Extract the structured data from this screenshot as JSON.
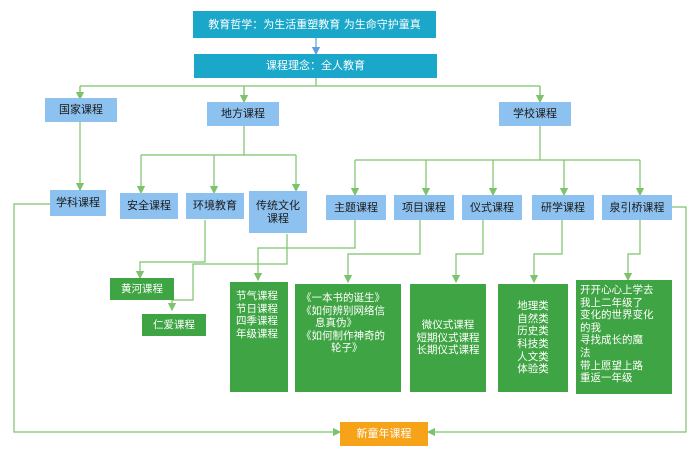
{
  "diagram": {
    "philosophy": "教育哲学：为生活重塑教育 为生命守护童真",
    "concept": "课程理念：全人教育",
    "national": "国家课程",
    "local": "地方课程",
    "school": "学校课程",
    "subject": "学科课程",
    "safety": "安全课程",
    "environment": "环境教育",
    "traditional": "传统文化\n课程",
    "theme": "主题课程",
    "project": "项目课程",
    "ritual": "仪式课程",
    "study": "研学课程",
    "quanyinqiao": "泉引桥课程",
    "huanghe": "黄河课程",
    "renai": "仁爱课程",
    "traditional_items": [
      "节气课程",
      "节日课程",
      "四季课程",
      "年级课程"
    ],
    "theme_items": [
      "《一本书的诞生》",
      "《如何辨别网络信",
      "息真伪》",
      "《如何制作神奇的",
      "轮子》"
    ],
    "project_items": [
      "微仪式课程",
      "短期仪式课程",
      "长期仪式课程"
    ],
    "study_items": [
      "地理类",
      "自然类",
      "历史类",
      "科技类",
      "人文类",
      "体验类"
    ],
    "quanyinqiao_items": [
      "开开心心上学去",
      "我上二年级了",
      "变化的世界变化",
      "的我",
      " 寻找成长的魔",
      "法",
      "带上愿望上路",
      " 重返一年级"
    ],
    "new_year": "新童年课程"
  },
  "colors": {
    "teal": "#1aa7c9",
    "blue": "#8cc1f0",
    "green": "#3fa443",
    "orange": "#f7a319",
    "connector": "#7cc36b",
    "arrow": "#5aa0e0"
  }
}
